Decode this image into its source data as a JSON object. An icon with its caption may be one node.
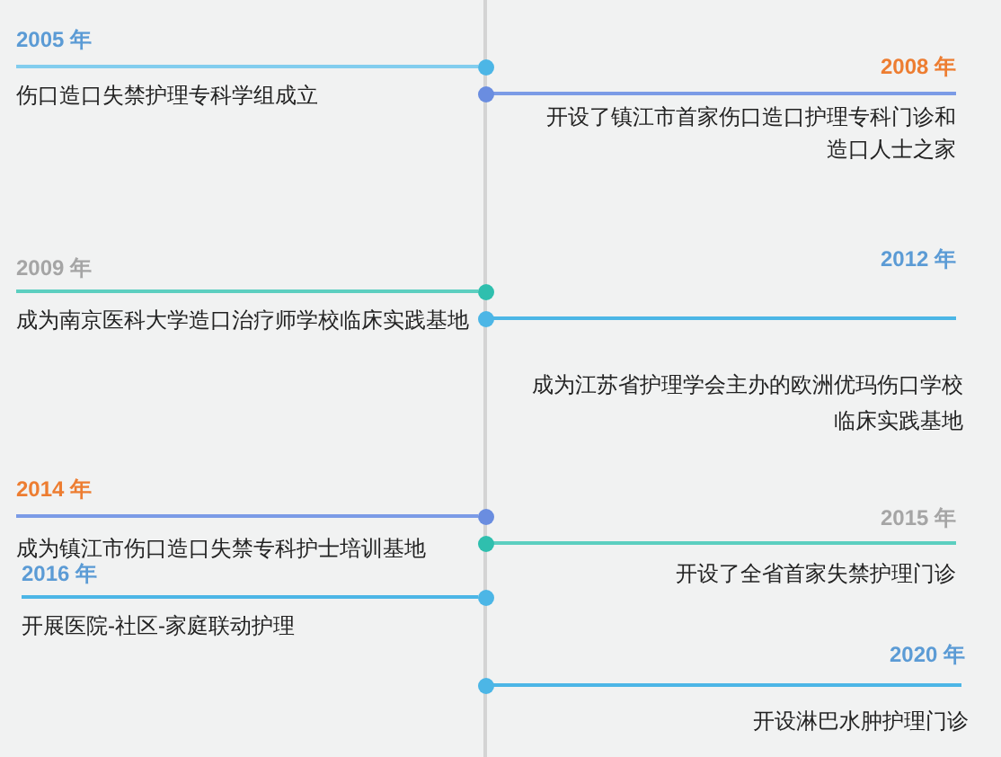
{
  "diagram": {
    "labels": [
      "2005 年",
      "伤口造口失禁护理专科学组成立",
      "2008 年",
      "开设了镇江市首家伤口造口护理专科门诊和造口人士之家",
      "2009 年",
      "成为南京医科大学造口治疗师学校临床实践基地",
      "2012 年",
      "成为江苏省护理学会主办的欧洲优玛伤口学校临床实践基地",
      "2014 年",
      "成为镇江市伤口造口失禁专科护士培训基地",
      "2015 年",
      "开设了全省首家失禁护理门诊",
      "2016 年",
      "开展医院-社区-家庭联动护理",
      "2020 年",
      "开设淋巴水肿护理门诊"
    ]
  }
}
